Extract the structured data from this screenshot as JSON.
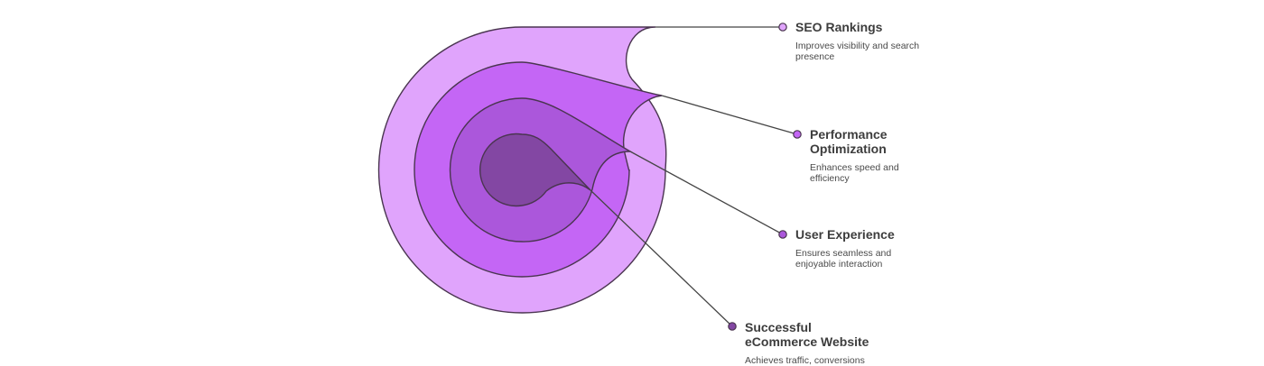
{
  "layers": [
    {
      "title": "SEO Rankings",
      "description": "Improves visibility and search presence",
      "color": "#e0a4fc"
    },
    {
      "title": "Performance\nOptimization",
      "description": "Enhances speed and efficiency",
      "color": "#c466f5"
    },
    {
      "title": "User Experience",
      "description": "Ensures seamless and enjoyable interaction",
      "color": "#ab57db"
    },
    {
      "title": "Successful\neCommerce Website",
      "description": "Achieves traffic, conversions",
      "color": "#8347a3"
    }
  ],
  "stroke_color": "#4a3550",
  "connector_color": "#454545"
}
